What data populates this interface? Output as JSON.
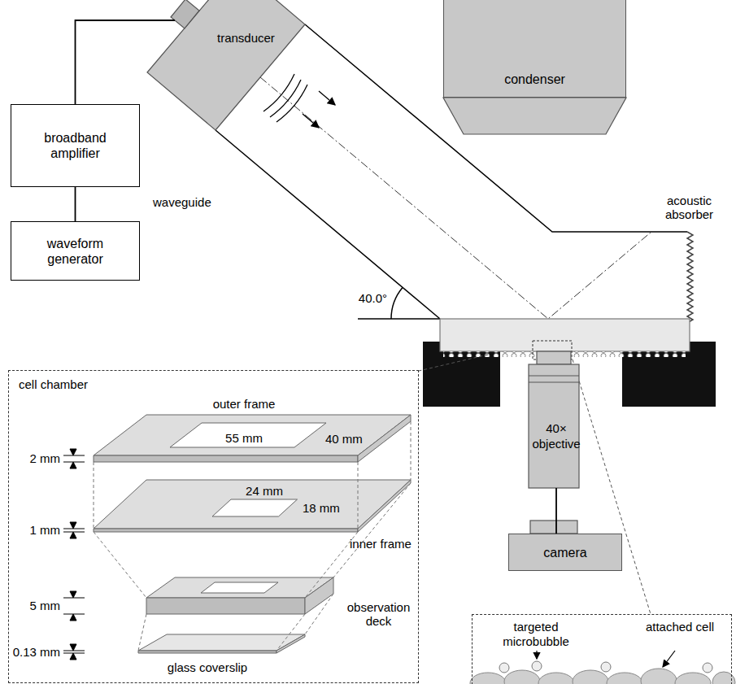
{
  "diagram": {
    "nodes": [
      {
        "text": [
          "broadband amplifier"
        ]
      },
      {
        "text": [
          "waveform generator"
        ]
      },
      {
        "text": [
          "transducer"
        ]
      },
      {
        "text": [
          "condenser"
        ]
      },
      {
        "text": [
          "40× objective"
        ]
      },
      {
        "text": [
          "camera"
        ]
      },
      {
        "text": [
          "cell chamber"
        ]
      },
      {
        "text": [
          "targeted microbubble",
          "attached cell"
        ]
      }
    ],
    "edges": [
      {
        "from": 0,
        "to": 2,
        "arrow": "none"
      },
      {
        "from": 0,
        "to": 1,
        "arrow": "none"
      },
      {
        "from": 4,
        "to": 5,
        "arrow": "none"
      }
    ],
    "labels": [
      "waveguide",
      "acoustic absorber",
      "40.0°",
      "outer frame",
      "55 mm",
      "40 mm",
      "2 mm",
      "24 mm",
      "18 mm",
      "1 mm",
      "inner frame",
      "5 mm",
      "observation deck",
      "0.13 mm",
      "glass coverslip"
    ]
  }
}
